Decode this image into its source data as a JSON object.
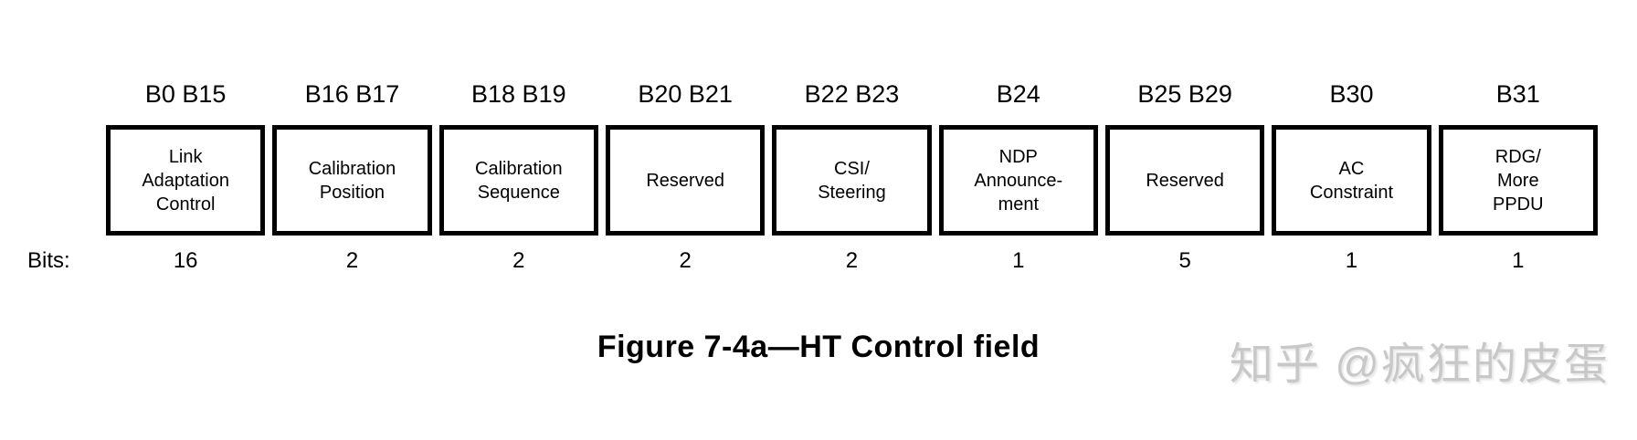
{
  "diagram": {
    "caption": "Figure 7-4a—HT Control field",
    "bits_row_label": "Bits:",
    "bit_labels": [
      "B0 B15",
      "B16 B17",
      "B18 B19",
      "B20 B21",
      "B22 B23",
      "B24",
      "B25 B29",
      "B30",
      "B31"
    ],
    "fields": [
      "Link\nAdaptation\nControl",
      "Calibration\nPosition",
      "Calibration\nSequence",
      "Reserved",
      "CSI/\nSteering",
      "NDP\nAnnounce-\nment",
      "Reserved",
      "AC\nConstraint",
      "RDG/\nMore\nPPDU"
    ],
    "bit_widths": [
      "16",
      "2",
      "2",
      "2",
      "2",
      "1",
      "5",
      "1",
      "1"
    ]
  },
  "watermark": {
    "text": "知乎 @疯狂的皮蛋"
  },
  "colors": {
    "background": "#ffffff",
    "border": "#000000",
    "text": "#000000",
    "watermark": "#c8c8c8"
  }
}
